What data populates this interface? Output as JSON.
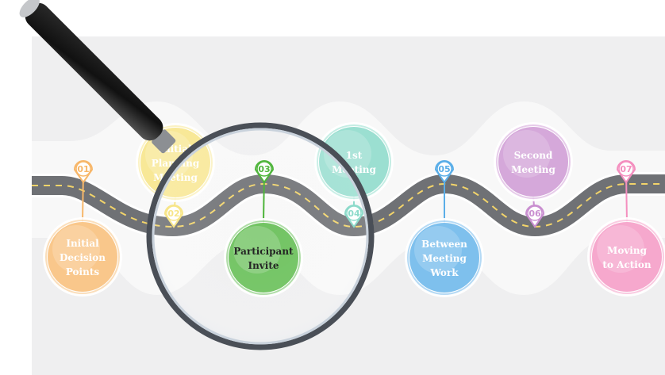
{
  "steps": [
    {
      "number": "01",
      "label_lines": [
        "Initial",
        "Decision",
        "Points"
      ],
      "color": "#f7b76a"
    },
    {
      "number": "02",
      "label_lines": [
        "Initial",
        "Planning",
        "Meeting"
      ],
      "color": "#f6e27a"
    },
    {
      "number": "03",
      "label_lines": [
        "Participant",
        "Invite"
      ],
      "color": "#3fae2a"
    },
    {
      "number": "04",
      "label_lines": [
        "1st",
        "Meeting"
      ],
      "color": "#7fd6c4"
    },
    {
      "number": "05",
      "label_lines": [
        "Between",
        "Meeting",
        "Work"
      ],
      "color": "#5aaee8"
    },
    {
      "number": "06",
      "label_lines": [
        "Second",
        "Meeting"
      ],
      "color": "#c98fd0"
    },
    {
      "number": "07",
      "label_lines": [
        "Moving",
        "to Action"
      ],
      "color": "#f48fbf"
    }
  ]
}
